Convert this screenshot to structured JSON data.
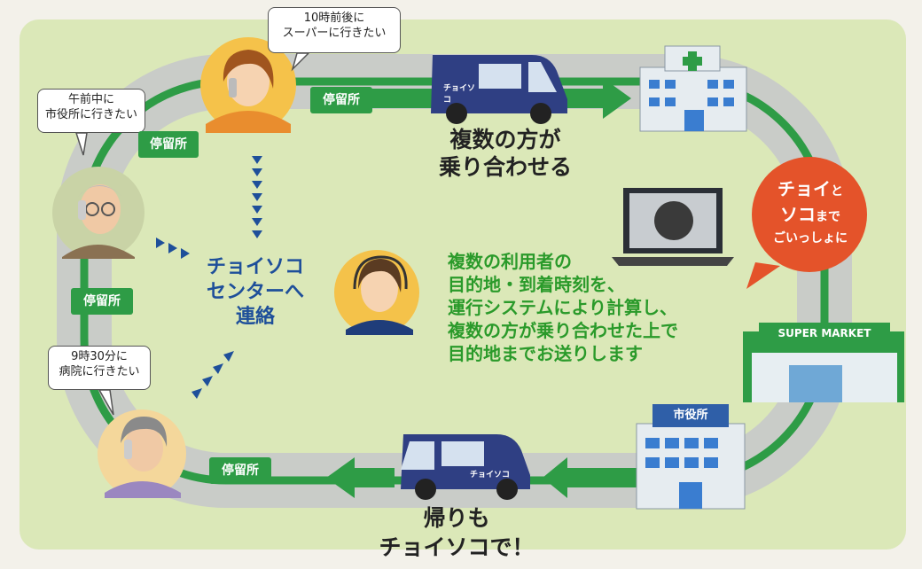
{
  "stops": {
    "top": "停留所",
    "upper_left": "停留所",
    "left": "停留所",
    "bottom": "停留所"
  },
  "bubbles": {
    "woman_top": [
      "10時前後に",
      "スーパーに行きたい"
    ],
    "old_man": [
      "午前中に",
      "市役所に行きたい"
    ],
    "old_woman": [
      "9時30分に",
      "病院に行きたい"
    ]
  },
  "ride_share": [
    "複数の方が",
    "乗り合わせる"
  ],
  "center": [
    "チョイソコ",
    "センターへ",
    "連絡"
  ],
  "system_desc": [
    "複数の利用者の",
    "目的地・到着時刻を、",
    "運行システムにより計算し、",
    "複数の方が乗り合わせた上で",
    "目的地までお送りします"
  ],
  "badge": {
    "line1_big": "チョイ",
    "line1_small": "と",
    "line2_big": "ソコ",
    "line2_small": "まで",
    "line3": "ごいっしょに"
  },
  "return": [
    "帰りも",
    "チョイソコで！"
  ],
  "buildings": {
    "supermarket": "SUPER MARKET",
    "city_hall": "市役所"
  },
  "van_logo": "チョイソコ",
  "colors": {
    "green": "#2e9c46",
    "road": "#c9ccc8",
    "field": "#dbe8b8",
    "blue_text": "#1e4f9a",
    "badge": "#e4532a"
  }
}
